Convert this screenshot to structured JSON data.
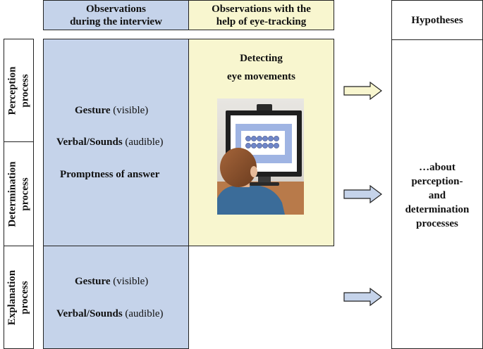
{
  "colors": {
    "blue_fill": "#c5d3ea",
    "yellow_fill": "#f8f6cf",
    "border": "#222222"
  },
  "headers": {
    "interview": [
      "Observations",
      "during the interview"
    ],
    "eyetracking": [
      "Observations with the",
      "help of eye-tracking"
    ],
    "hypotheses": "Hypotheses"
  },
  "rows": {
    "perception": [
      "Perception",
      "process"
    ],
    "determination": [
      "Determination",
      "process"
    ],
    "explanation": [
      "Explanation",
      "process"
    ]
  },
  "interview_col": {
    "upper": [
      {
        "bold": "Gesture",
        "normal": " (visible)"
      },
      {
        "bold": "Verbal/Sounds",
        "normal": " (audible)"
      },
      {
        "bold": "Promptness of answer",
        "normal": ""
      }
    ],
    "lower": [
      {
        "bold": "Gesture",
        "normal": " (visible)"
      },
      {
        "bold": "Verbal/Sounds",
        "normal": " (audible)"
      }
    ]
  },
  "eyetracking_col": {
    "label": [
      "Detecting",
      "eye movements"
    ],
    "photo_icon": "child-at-eye-tracker-monitor-photo"
  },
  "arrows": {
    "icon": "right-arrow-icon",
    "fills": [
      "#f8f6cf",
      "#c5d3ea",
      "#c5d3ea"
    ]
  },
  "hypotheses_col": {
    "text": [
      "…about",
      "perception-",
      "and",
      "determination",
      "processes"
    ]
  }
}
